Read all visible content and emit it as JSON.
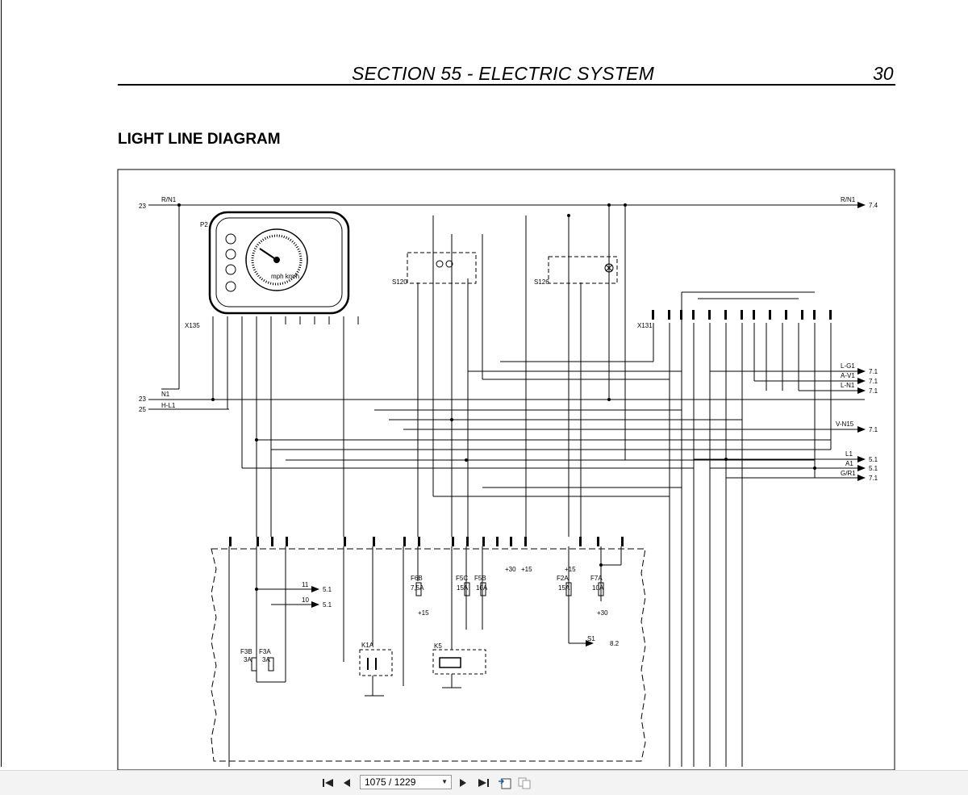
{
  "header": {
    "section_title": "SECTION 55 - ELECTRIC SYSTEM",
    "page_number": "30"
  },
  "diagram": {
    "title": "LIGHT LINE DIAGRAM",
    "components": {
      "p2": "P2",
      "s120": "S120",
      "s126": "S126",
      "k1a": "K1A",
      "k5": "K5",
      "f3b": "F3B",
      "f3a": "F3A",
      "f6b": "F6B",
      "f5c": "F5C",
      "f5b": "F5B",
      "f2a": "F2A",
      "f7a": "F7A"
    },
    "fuse_ratings": {
      "f3b": "3A",
      "f3a": "3A",
      "f6b": "7,5A",
      "f5c": "15A",
      "f5b": "10A",
      "f2a": "15A",
      "f7a": "10A"
    },
    "supplies": {
      "plus15_f6b": "+15",
      "plus30": "+30",
      "plus15": "+15",
      "plus15_f2a": "+15",
      "plus30_f7a": "+30"
    },
    "connectors": {
      "x135": "X135",
      "x131": "X131"
    },
    "gauge_units": "mph\nkm/h",
    "left_arrows": [
      {
        "ref": "23",
        "wire": "R/N1"
      },
      {
        "ref": "23",
        "wire": "N1"
      },
      {
        "ref": "25",
        "wire": "H-L1"
      }
    ],
    "right_arrows": [
      {
        "wire": "R/N1",
        "ref": "7.4"
      },
      {
        "wire": "L-G1",
        "ref": "7.1"
      },
      {
        "wire": "A-V1",
        "ref": "7.1"
      },
      {
        "wire": "L-N1",
        "ref": "7.1"
      },
      {
        "wire": "V-N15",
        "ref": "7.1"
      },
      {
        "wire": "L1",
        "ref": "5.1"
      },
      {
        "wire": "A1",
        "ref": "5.1"
      },
      {
        "wire": "G/R1",
        "ref": "7.1"
      }
    ],
    "inner_arrows": [
      {
        "wire": "11",
        "ref": "5.1"
      },
      {
        "wire": "10",
        "ref": "5.1"
      },
      {
        "wire": "S1",
        "ref": "8.2"
      }
    ]
  },
  "viewer": {
    "page_indicator": "1075 / 1229",
    "first_icon": "first-page-icon",
    "prev_icon": "prev-page-icon",
    "next_icon": "next-page-icon",
    "last_icon": "last-page-icon",
    "fit_icon": "fit-page-icon",
    "dual_icon": "two-page-icon"
  }
}
